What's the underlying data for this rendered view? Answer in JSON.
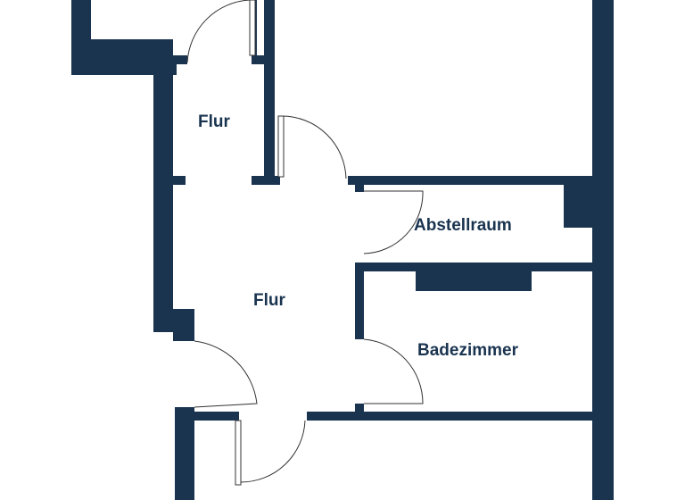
{
  "colors": {
    "wall": "#1a3450",
    "background": "#ffffff",
    "text": "#1a3450",
    "door_line": "#333333"
  },
  "rooms": {
    "flur_upper": {
      "label": "Flur"
    },
    "flur_lower": {
      "label": "Flur"
    },
    "abstellraum": {
      "label": "Abstellraum"
    },
    "badezimmer": {
      "label": "Badezimmer"
    }
  }
}
